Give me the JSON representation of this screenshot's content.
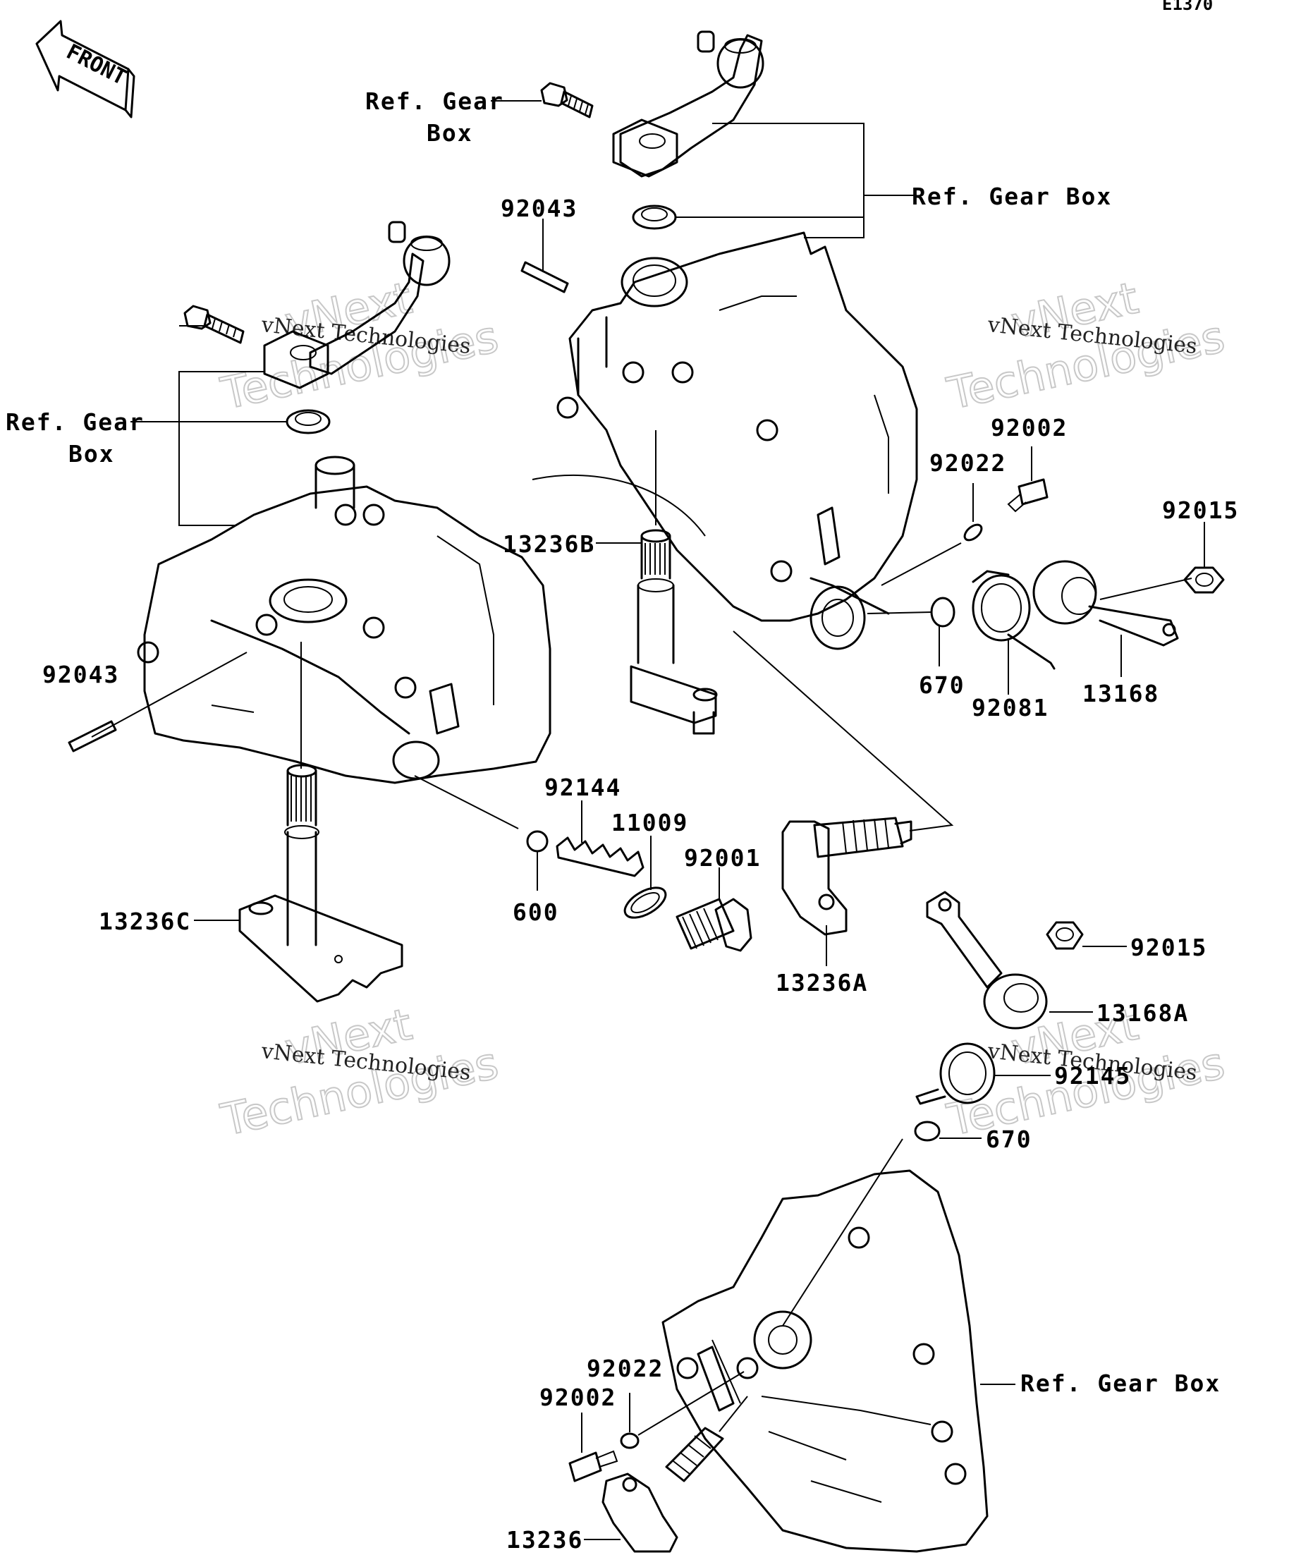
{
  "diagram_code": "E1370",
  "front_label": "FRONT",
  "watermark": {
    "line1": "vNext",
    "line2": "Technologies",
    "small": "vNext Technologies"
  },
  "labels": {
    "ref_gear_box_top": [
      "Ref. Gear",
      "Box"
    ],
    "ref_gear_box_upper_right": "Ref. Gear  Box",
    "ref_gear_box_left": [
      "Ref. Gear",
      "Box"
    ],
    "ref_gear_box_lower_right": "Ref. Gear  Box",
    "p92043_top": "92043",
    "p92043_left": "92043",
    "p92002_top": "92002",
    "p92022_top": "92022",
    "p92015_top": "92015",
    "p13236B": "13236B",
    "p670_top": "670",
    "p92081": "92081",
    "p13168": "13168",
    "p92144": "92144",
    "p11009": "11009",
    "p92001": "92001",
    "p600": "600",
    "p13236C": "13236C",
    "p13236A": "13236A",
    "p92015_mid": "92015",
    "p13168A": "13168A",
    "p92145": "92145",
    "p670_bottom": "670",
    "p92022_bottom": "92022",
    "p92002_bottom": "92002",
    "p13236": "13236"
  }
}
